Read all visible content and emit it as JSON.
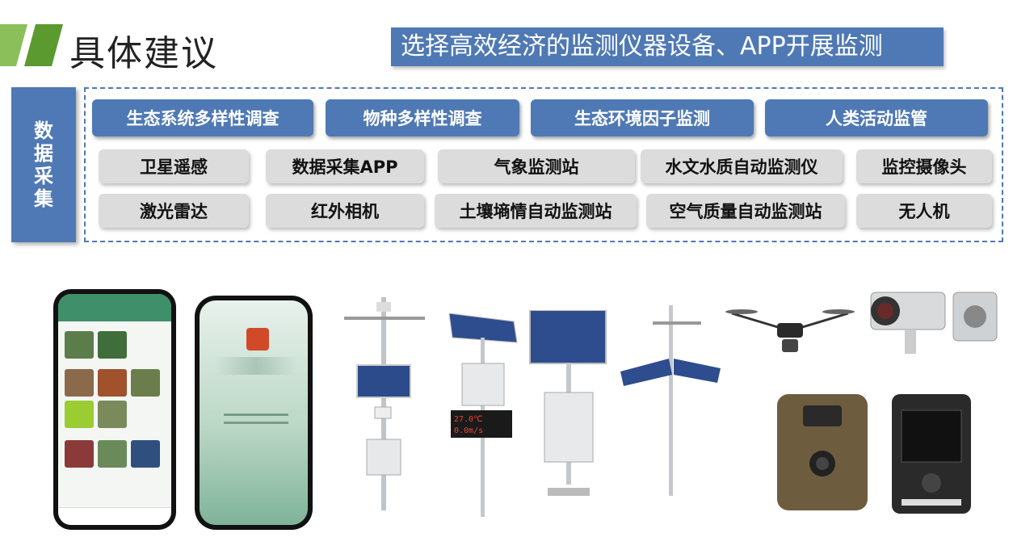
{
  "header": {
    "title": "具体建议",
    "banner": "选择高效经济的监测仪器设备、APP开展监测"
  },
  "side_label": [
    "数",
    "据",
    "采",
    "集"
  ],
  "categories": [
    "生态系统多样性调查",
    "物种多样性调查",
    "生态环境因子监测",
    "人类活动监管"
  ],
  "row1": [
    "卫星遥感",
    "数据采集APP",
    "气象监测站",
    "水文水质自动监测仪",
    "监控摄像头"
  ],
  "row2": [
    "激光雷达",
    "红外相机",
    "土壤墒情自动监测站",
    "空气质量自动监测站",
    "无人机"
  ],
  "colors": {
    "accent_blue": "#4f79b4",
    "pill_gray": "#dcdcdc",
    "accent_green": "#7ab648"
  }
}
